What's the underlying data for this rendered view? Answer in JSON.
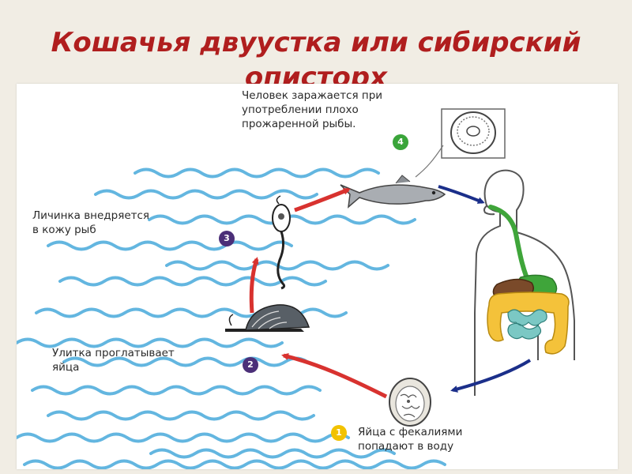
{
  "title": {
    "line1": "Кошачья двуустка или сибирский",
    "line2": "описторх"
  },
  "steps": [
    {
      "num": "1",
      "lines": [
        "Яйца с фекалиями",
        "попадают в воду"
      ],
      "color": "#f2c200"
    },
    {
      "num": "2",
      "lines": [
        "Улитка проглатывает",
        "яйца"
      ],
      "color": "#4b2f78"
    },
    {
      "num": "3",
      "lines": [
        "Личинка внедряется",
        "в кожу рыб"
      ],
      "color": "#4b2f78"
    },
    {
      "num": "4",
      "lines": [
        "Человек заражается при",
        "употреблении плохо",
        "прожаренной рыбы."
      ],
      "color": "#3aa53a"
    }
  ],
  "colors": {
    "title": "#b01e1e",
    "arrow_red": "#d8322f",
    "arrow_blue": "#1b2f8a",
    "water": "#63b6e0",
    "digestive_green": "#3fa53a"
  },
  "icons": [
    "egg-icon",
    "snail-icon",
    "larva-icon",
    "fish-icon",
    "cyst-icon",
    "human-silhouette-icon"
  ]
}
